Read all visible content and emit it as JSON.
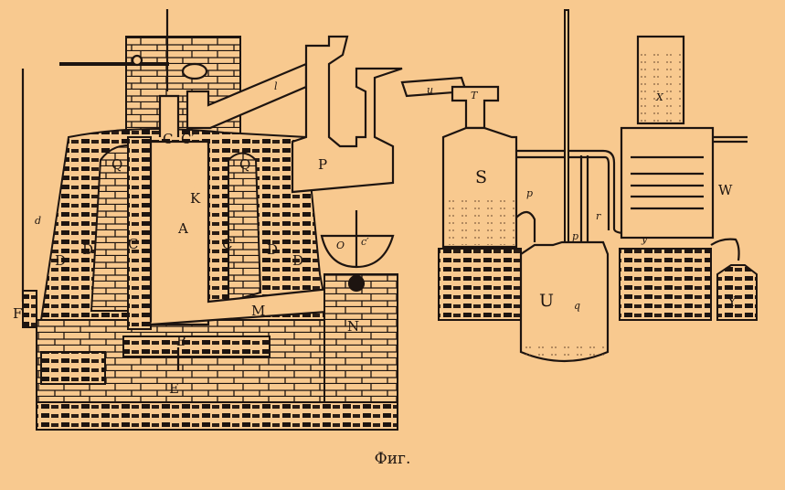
{
  "caption": "Фиг.",
  "labels": {
    "A": "A",
    "K": "K",
    "C": "C",
    "C1": "C′",
    "Q1": "Q",
    "Q2": "Q",
    "D1": "D",
    "D2": "D",
    "D3": "D",
    "D4": "D",
    "Cl": "C",
    "Cr": "C",
    "d": "d",
    "F": "F",
    "M": "M",
    "N": "N",
    "B": "B",
    "E": "E",
    "P": "P",
    "l": "l",
    "O": "O",
    "c": "c′",
    "S": "S",
    "T": "T",
    "u": "u",
    "p1": "p",
    "p2": "p",
    "r": "r",
    "U": "U",
    "q": "q",
    "y": "y",
    "W": "W",
    "X": "X",
    "Y": "Y"
  },
  "colors": {
    "paper": "#f8c98f",
    "ink": "#1d1410"
  }
}
